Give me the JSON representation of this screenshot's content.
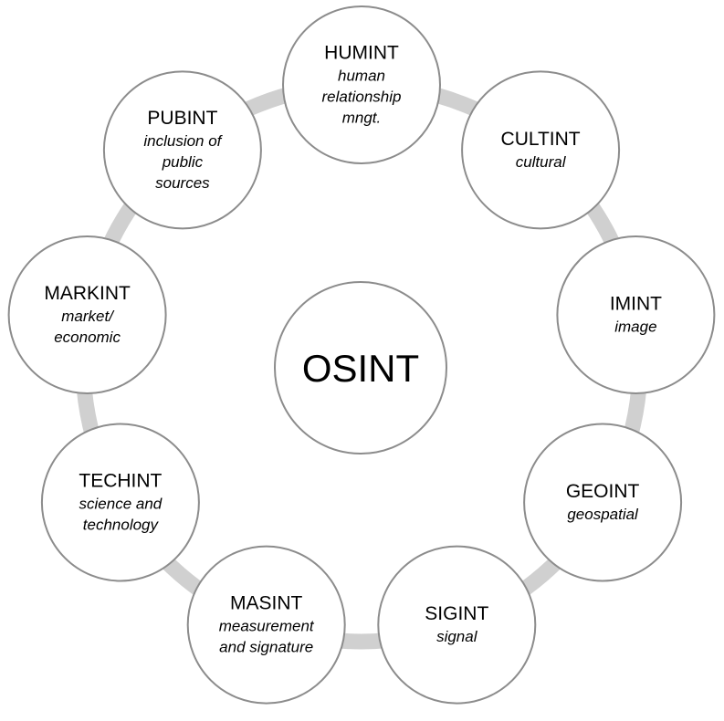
{
  "diagram": {
    "center": {
      "label": "OSINT"
    },
    "nodes": [
      {
        "id": "humint",
        "title": "HUMINT",
        "desc": [
          "human",
          "relationship",
          "mngt."
        ]
      },
      {
        "id": "cultint",
        "title": "CULTINT",
        "desc": [
          "cultural"
        ]
      },
      {
        "id": "imint",
        "title": "IMINT",
        "desc": [
          "image"
        ]
      },
      {
        "id": "geoint",
        "title": "GEOINT",
        "desc": [
          "geospatial"
        ]
      },
      {
        "id": "sigint",
        "title": "SIGINT",
        "desc": [
          "signal"
        ]
      },
      {
        "id": "masint",
        "title": "MASINT",
        "desc": [
          "measurement",
          "and signature"
        ]
      },
      {
        "id": "techint",
        "title": "TECHINT",
        "desc": [
          "science and",
          "technology"
        ]
      },
      {
        "id": "markint",
        "title": "MARKINT",
        "desc": [
          "market/",
          "economic"
        ]
      },
      {
        "id": "pubint",
        "title": "PUBINT",
        "desc": [
          "inclusion of",
          "public",
          "sources"
        ]
      }
    ],
    "colors": {
      "ring": "#d0d0d0",
      "circle_stroke": "#8c8c8c",
      "circle_fill": "#ffffff",
      "text": "#000000"
    }
  }
}
